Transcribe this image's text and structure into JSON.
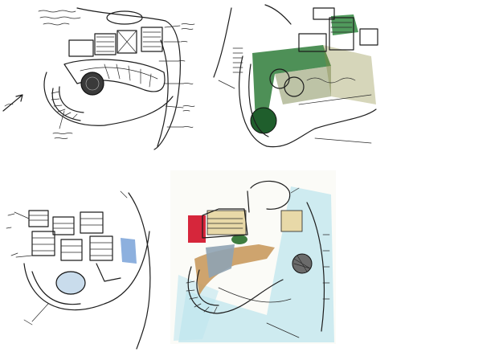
{
  "sketches": [
    {
      "id": "sketch-top-left"
    },
    {
      "id": "sketch-top-right"
    },
    {
      "id": "sketch-bottom-left"
    },
    {
      "id": "sketch-bottom-right"
    }
  ],
  "colors": {
    "ink": "#1d1d1d",
    "green": "#2f7d3a",
    "dark_green": "#1f5e2c",
    "olive": "#8a8a3a",
    "blue": "#7fb0d8",
    "red": "#d6263b",
    "tan": "#c99a5e",
    "sand": "#e8d9a8",
    "cyan_wash": "#bfe6ee",
    "grey_wash": "#8fa3b3"
  }
}
